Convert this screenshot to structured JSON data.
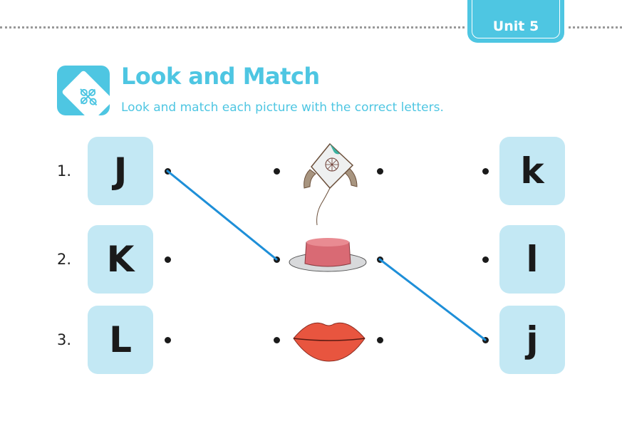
{
  "header": {
    "unit_label": "Unit 5"
  },
  "section": {
    "title": "Look and Match",
    "instruction": "Look and match each picture with the correct letters.",
    "icon": "puzzle-icon"
  },
  "rows": [
    {
      "number": "1.",
      "uppercase": "J",
      "picture": "kite",
      "lowercase": "k"
    },
    {
      "number": "2.",
      "uppercase": "K",
      "picture": "hat",
      "lowercase": "l"
    },
    {
      "number": "3.",
      "uppercase": "L",
      "picture": "lips",
      "lowercase": "j"
    }
  ],
  "matches": [
    {
      "from": "J",
      "to": "hat"
    },
    {
      "from": "hat",
      "to": "j"
    }
  ],
  "colors": {
    "accent": "#4ec6e2",
    "tile": "#c3e8f4",
    "line": "#1e8fd8"
  }
}
